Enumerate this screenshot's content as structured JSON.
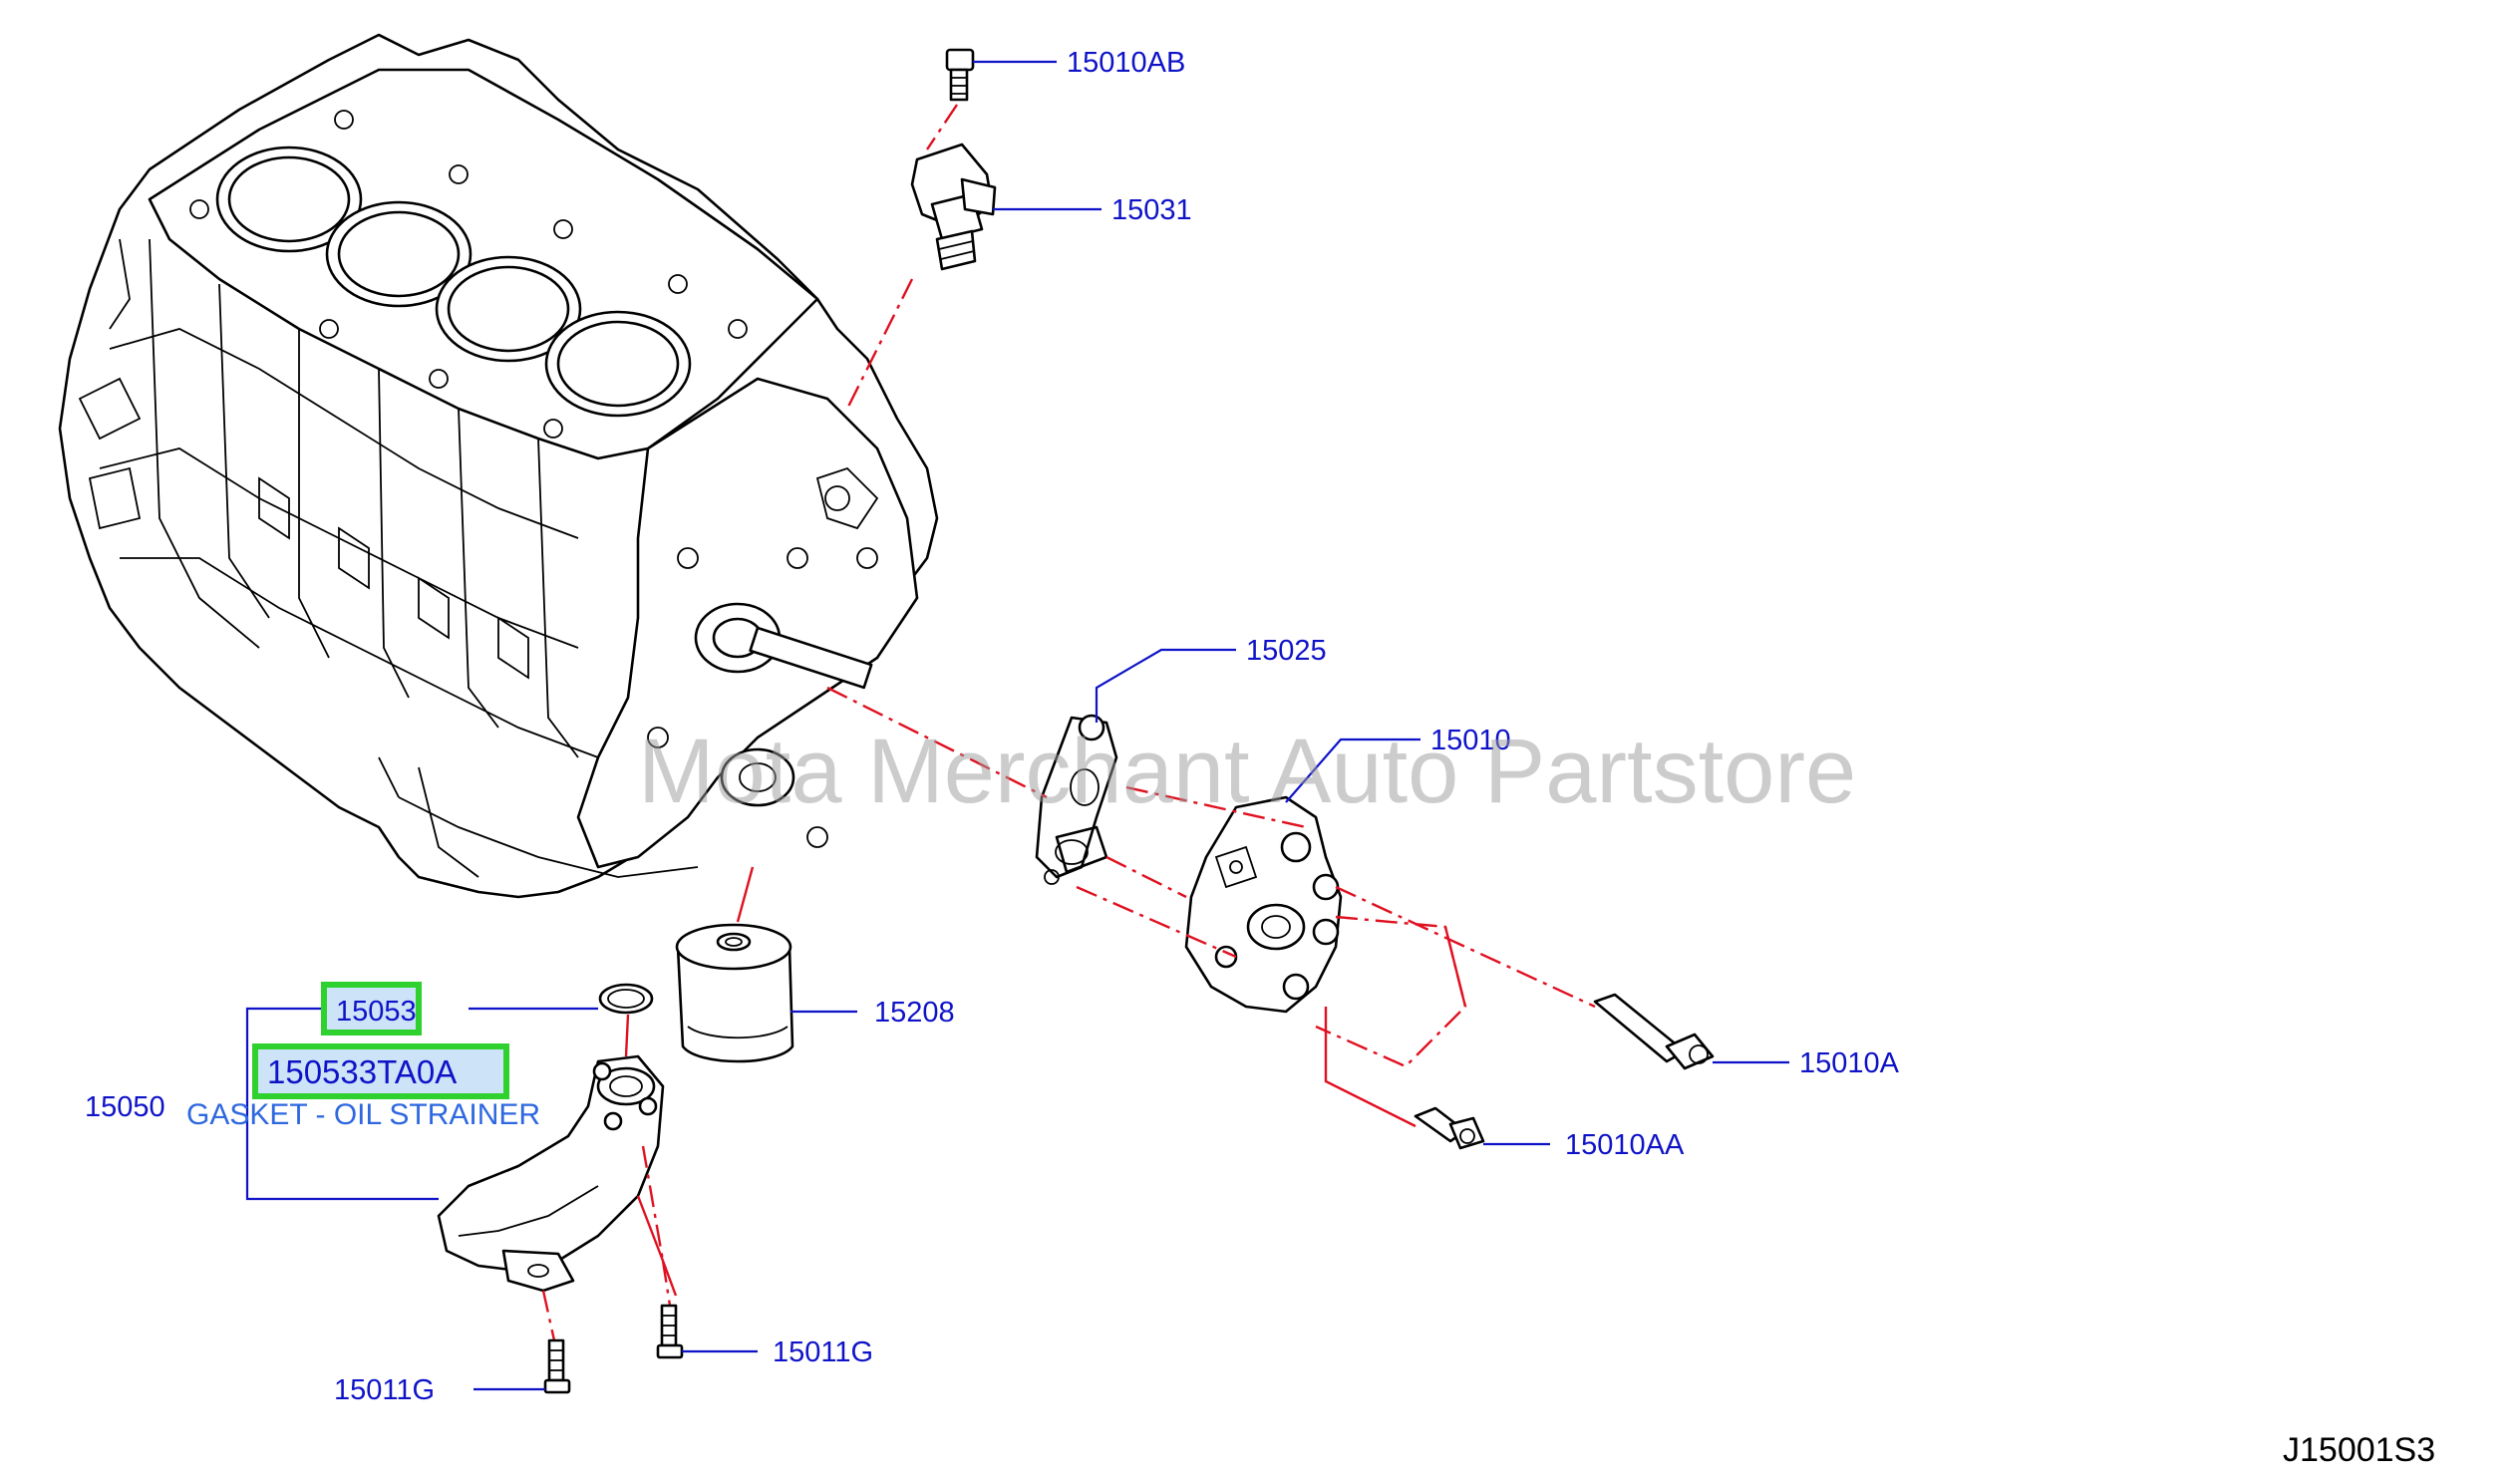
{
  "labels": {
    "p15010AB": "15010AB",
    "p15031": "15031",
    "p15025": "15025",
    "p15010": "15010",
    "p15208": "15208",
    "p15053": "15053",
    "p150533TA0A": "150533TA0A",
    "p15050": "15050",
    "gasket_desc": "GASKET - OIL STRAINER",
    "p15010A": "15010A",
    "p15010AA": "15010AA",
    "p15011G_right": "15011G",
    "p15011G_left": "15011G"
  },
  "diagram_code": "J15001S3",
  "watermark": "Mota Merchant Auto Partstore",
  "colors": {
    "callout_text": "#0f13c8",
    "description_text": "#2e68e0",
    "assembly_lines": "#e01020",
    "highlight_border": "#2fd12f",
    "highlight_fill": "#cde3f7"
  }
}
